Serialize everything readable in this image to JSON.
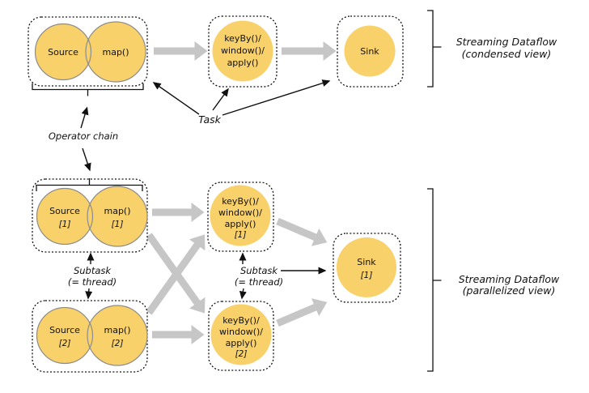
{
  "colors": {
    "node_fill": "#F9D16B",
    "node_stroke": "#8C8C8C",
    "gray_arrow": "#C6C6C6",
    "ink": "#111111"
  },
  "condensed": {
    "source": "Source",
    "map": "map()",
    "keyby_lines": [
      "keyBy()/",
      "window()/",
      "apply()"
    ],
    "sink": "Sink",
    "caption": {
      "line1": "Streaming Dataflow",
      "line2": "(condensed view)"
    }
  },
  "parallel": {
    "chain1": {
      "source": "Source",
      "source_sub": "[1]",
      "map": "map()",
      "map_sub": "[1]"
    },
    "chain2": {
      "source": "Source",
      "source_sub": "[2]",
      "map": "map()",
      "map_sub": "[2]"
    },
    "keyby1": {
      "lines": [
        "keyBy()/",
        "window()/",
        "apply()"
      ],
      "sub": "[1]"
    },
    "keyby2": {
      "lines": [
        "keyBy()/",
        "window()/",
        "apply()"
      ],
      "sub": "[2]"
    },
    "sink": {
      "label": "Sink",
      "sub": "[1]"
    },
    "caption": {
      "line1": "Streaming Dataflow",
      "line2": "(parallelized view)"
    }
  },
  "labels": {
    "operator_chain": "Operator chain",
    "task": "Task",
    "subtask_left": {
      "line1": "Subtask",
      "line2": "(= thread)"
    },
    "subtask_mid": {
      "line1": "Subtask",
      "line2": "(= thread)"
    }
  }
}
